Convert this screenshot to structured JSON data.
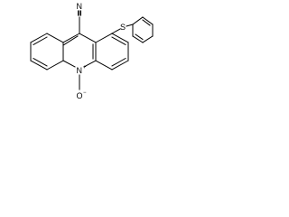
{
  "molecule": {
    "atoms": {
      "nitrile_n": "N",
      "sulfur": "S",
      "ring_n": "N",
      "ring_n_charge": "+",
      "oxide_o": "O",
      "oxide_o_charge": "−"
    }
  }
}
